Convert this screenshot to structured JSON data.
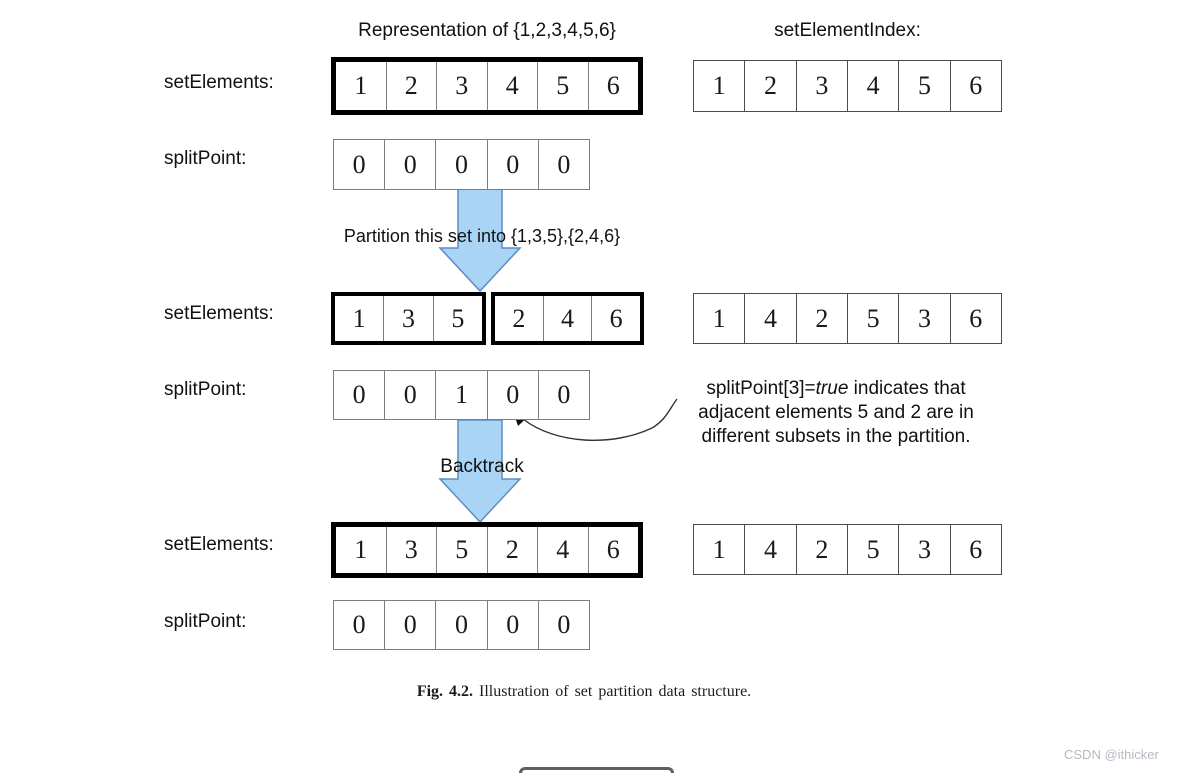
{
  "titles": {
    "left": "Representation of {1,2,3,4,5,6}",
    "right": "setElementIndex:"
  },
  "row1": {
    "label_elements": "setElements:",
    "label_split": "splitPoint:",
    "set_elements": [
      "1",
      "2",
      "3",
      "4",
      "5",
      "6"
    ],
    "set_element_index": [
      "1",
      "2",
      "3",
      "4",
      "5",
      "6"
    ],
    "split_point": [
      "0",
      "0",
      "0",
      "0",
      "0"
    ]
  },
  "step1": {
    "label": "Partition this set into {1,3,5},{2,4,6}"
  },
  "row2": {
    "label_elements": "setElements:",
    "label_split": "splitPoint:",
    "subset_a": [
      "1",
      "3",
      "5"
    ],
    "subset_b": [
      "2",
      "4",
      "6"
    ],
    "set_element_index": [
      "1",
      "4",
      "2",
      "5",
      "3",
      "6"
    ],
    "split_point": [
      "0",
      "0",
      "1",
      "0",
      "0"
    ]
  },
  "annotation": {
    "l1_pre": "splitPoint[3]=",
    "l1_italic": "true",
    "l1_post": " indicates that",
    "l2": "adjacent elements 5 and 2 are in",
    "l3": "different subsets in the partition."
  },
  "step2": {
    "label": "Backtrack"
  },
  "row3": {
    "label_elements": "setElements:",
    "label_split": "splitPoint:",
    "set_elements": [
      "1",
      "3",
      "5",
      "2",
      "4",
      "6"
    ],
    "set_element_index": [
      "1",
      "4",
      "2",
      "5",
      "3",
      "6"
    ],
    "split_point": [
      "0",
      "0",
      "0",
      "0",
      "0"
    ]
  },
  "caption": {
    "label": "Fig. 4.2.",
    "text": " Illustration of set partition data structure."
  },
  "watermark": "CSDN @ithicker",
  "colors": {
    "arrow_fill": "#a9d4f5",
    "arrow_stroke": "#5e8cc2",
    "curve_stroke": "#333333",
    "arrowhead_fill": "#111111"
  }
}
